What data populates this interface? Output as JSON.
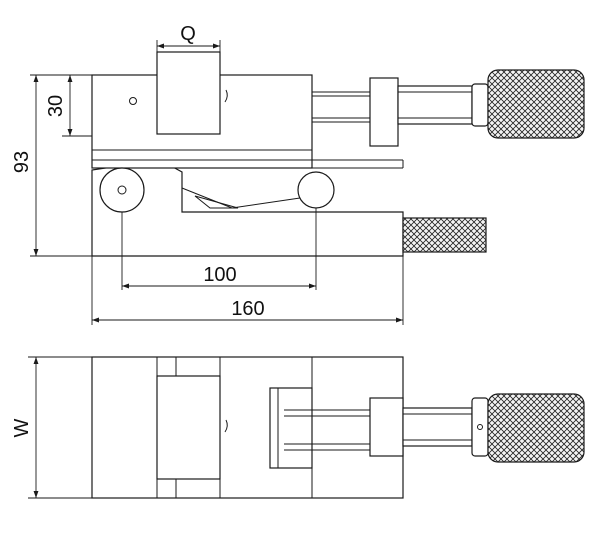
{
  "dimensions": {
    "q": "Q",
    "h30": "30",
    "h93": "93",
    "l100": "100",
    "l160": "160",
    "w": "W"
  },
  "colors": {
    "line": "#1a1a1a",
    "knurl_fill": "#f4f4f4",
    "background": "#ffffff"
  }
}
